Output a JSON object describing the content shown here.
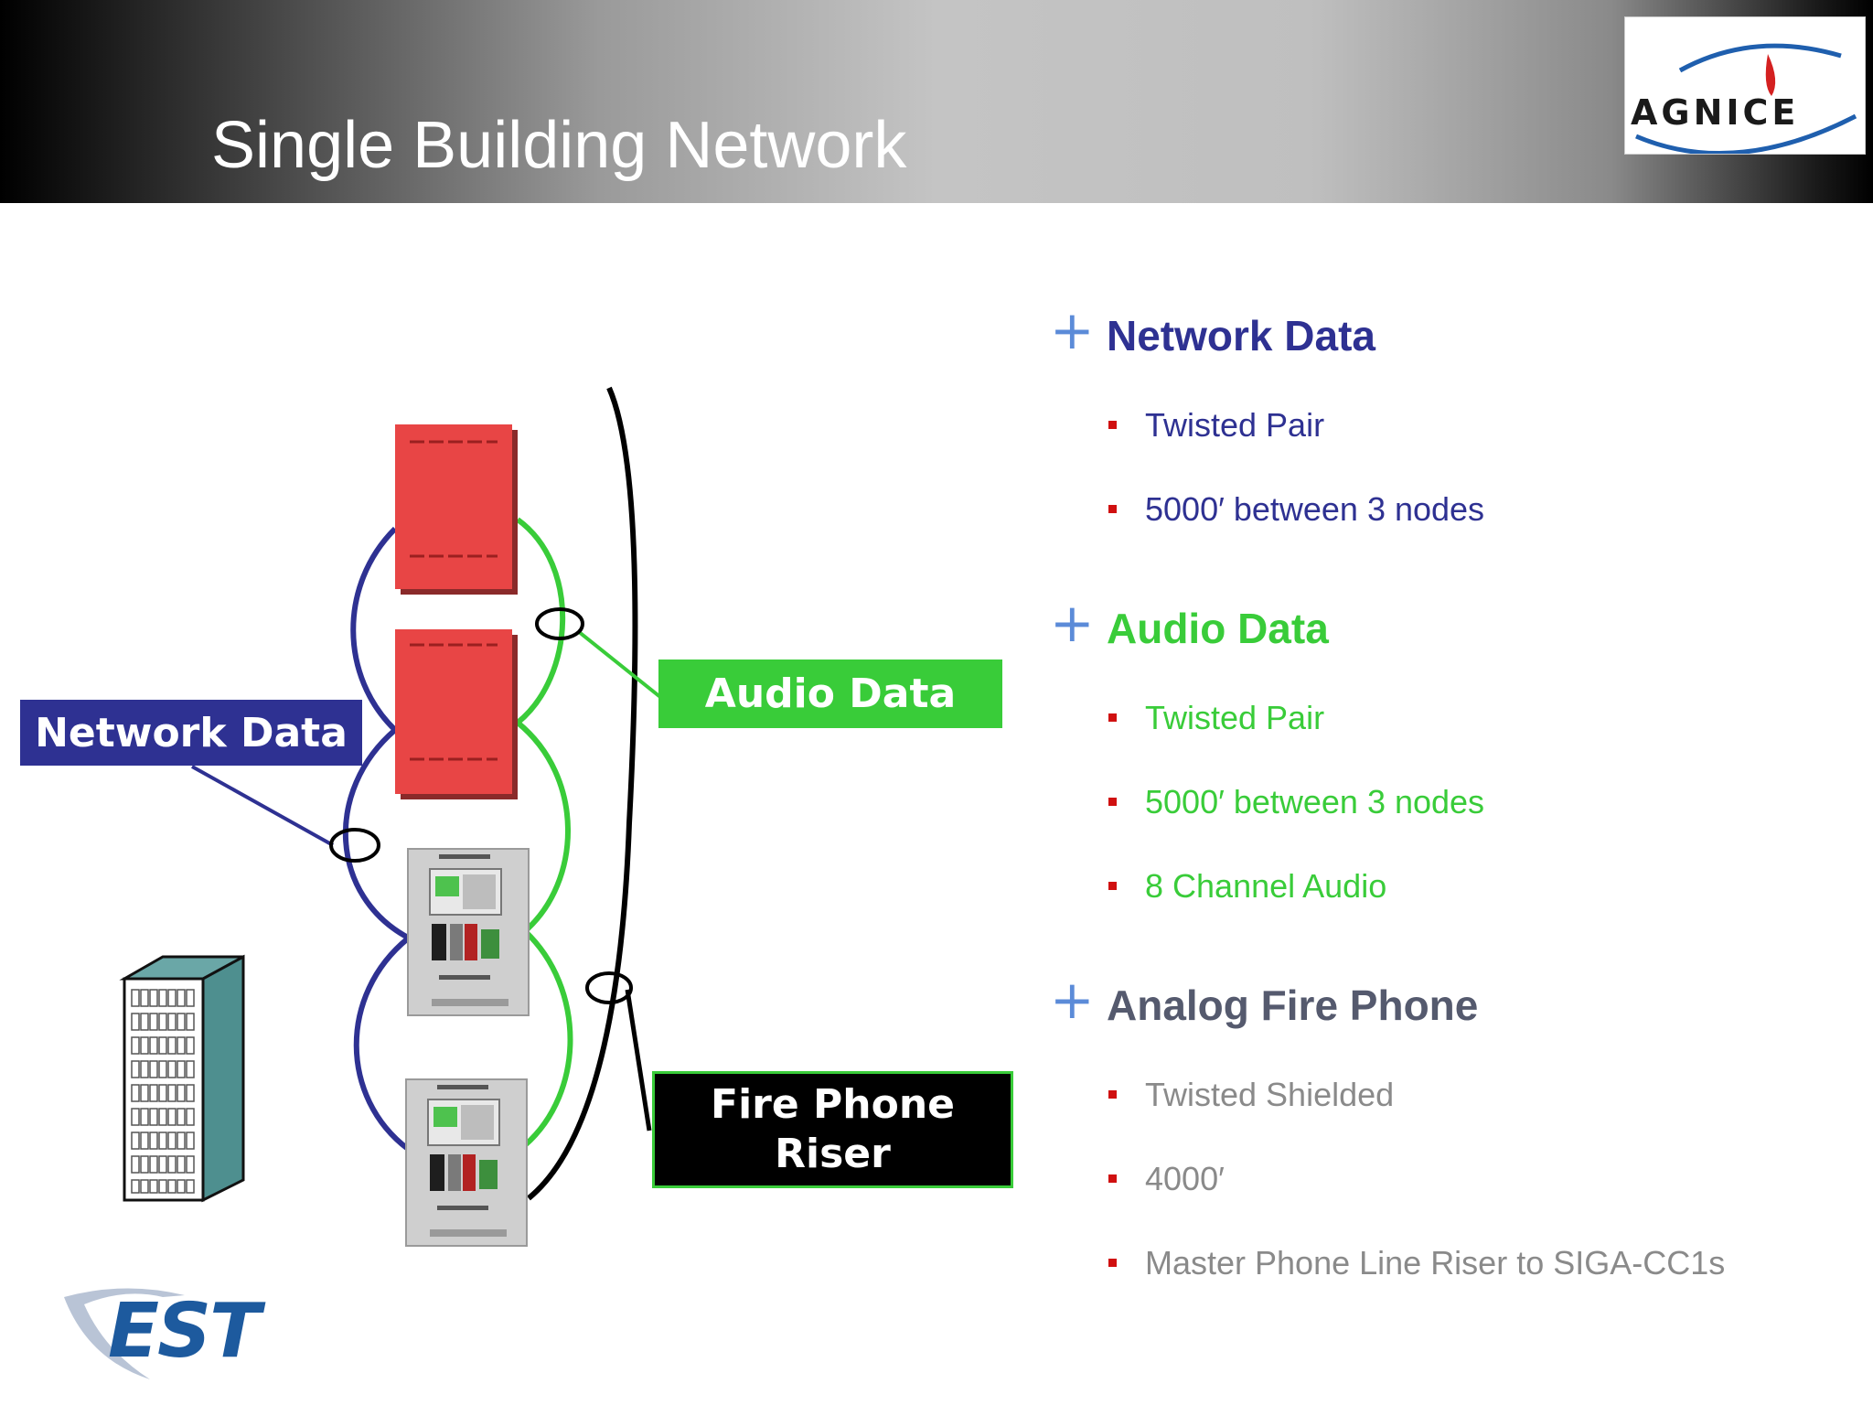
{
  "slide": {
    "title": "Single Building Network"
  },
  "logo": {
    "text": "AGNICE"
  },
  "diagram": {
    "network_callout": "Network Data",
    "audio_callout": "Audio Data",
    "phone_callout": "Fire Phone\nRiser"
  },
  "colors": {
    "network": "#2e3192",
    "audio": "#39cc39",
    "phone": "#555a6e",
    "bullet": "#d01010",
    "plus": "#5b8bd8",
    "panel_red": "#e84545"
  },
  "sections": [
    {
      "heading": "Network Data",
      "bullets": [
        "Twisted Pair",
        "5000′ between 3 nodes"
      ]
    },
    {
      "heading": "Audio Data",
      "bullets": [
        "Twisted Pair",
        "5000′ between 3 nodes",
        "8 Channel Audio"
      ]
    },
    {
      "heading": "Analog Fire Phone",
      "bullets": [
        "Twisted Shielded",
        "4000′",
        "Master Phone Line Riser to SIGA-CC1s"
      ]
    }
  ],
  "footer": {
    "brand": "EST"
  }
}
